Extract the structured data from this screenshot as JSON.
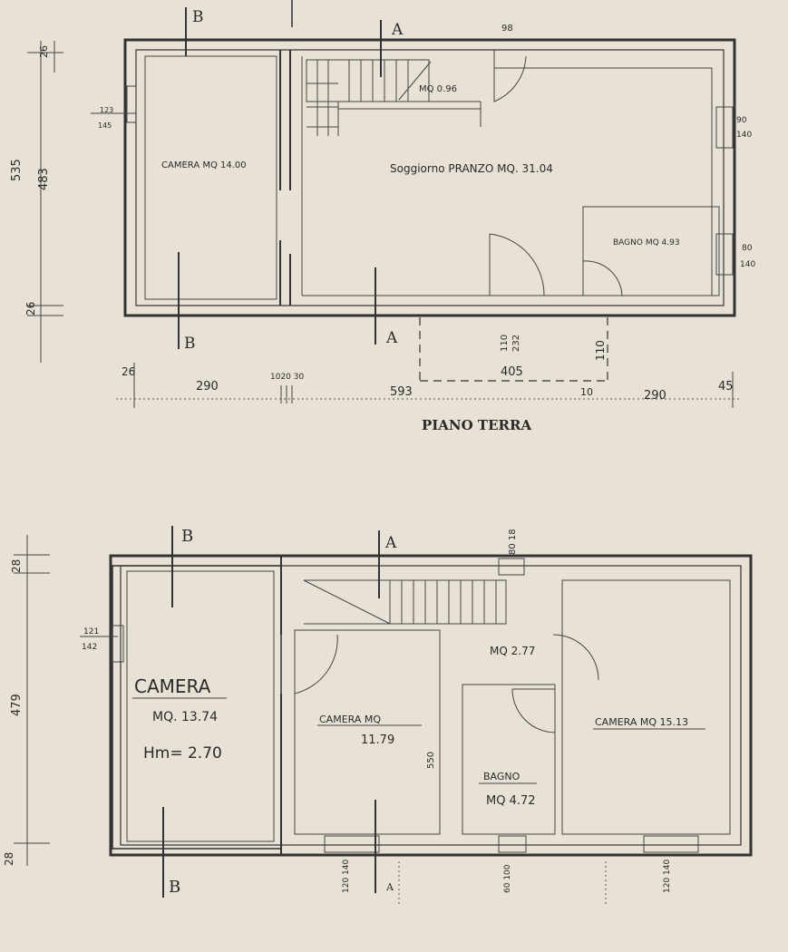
{
  "ground_floor": {
    "title": "PIANO TERRA",
    "section_b_top": "B",
    "section_b_bottom": "B",
    "section_a_top": "A",
    "section_a_bottom": "A",
    "rooms": {
      "camera": "CAMERA MQ 14.00",
      "soggiorno": "Soggiorno PRANZO MQ. 31.04",
      "bagno": "BAGNO MQ 4.93",
      "stair": "MQ 0.96"
    },
    "dims": {
      "left_total": "535",
      "left_inner": "483",
      "left_top": "26",
      "left_bottom": "26",
      "win_left_top": "123",
      "win_left_bottom": "145",
      "win_right1_top": "90",
      "win_right1_bottom": "140",
      "win_right2_top": "80",
      "win_right2_bottom": "140",
      "top_small": "98",
      "bottom_26": "26",
      "bottom_290a": "290",
      "bottom_small": "1020 30",
      "bottom_593": "593",
      "bottom_405": "405",
      "bottom_10": "10",
      "bottom_290b": "290",
      "bottom_45": "45",
      "door_top": "110",
      "door_bottom": "232",
      "vert_110": "110"
    }
  },
  "first_floor": {
    "section_b_top": "B",
    "section_b_bottom": "B",
    "section_a_top": "A",
    "section_a_bottom": "A",
    "rooms": {
      "camera_big_title": "CAMERA",
      "camera_big_area": "MQ. 13.74",
      "camera_big_height": "Hm= 2.70",
      "camera_mid_title": "CAMERA MQ",
      "camera_mid_area": "11.79",
      "disimpegno": "MQ 2.77",
      "bagno_title": "BAGNO",
      "bagno_area": "MQ 4.72",
      "camera_right": "CAMERA MQ 15.13"
    },
    "dims": {
      "left_total": "479",
      "left_top": "28",
      "left_bottom": "28",
      "win_left_top": "121",
      "win_left_bottom": "142",
      "inner_550": "550",
      "top_small": "80 18",
      "bottom_w1": "120 140",
      "bottom_w2": "60 100",
      "bottom_w3": "120 140"
    }
  }
}
